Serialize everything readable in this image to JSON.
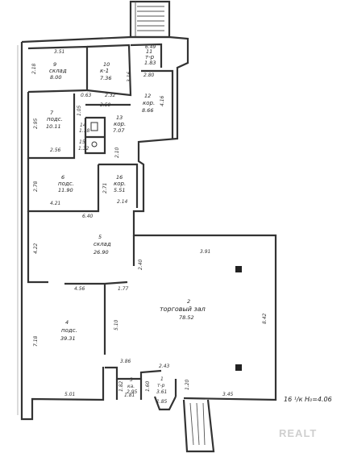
{
  "rooms": {
    "r9": {
      "num": "9",
      "name": "склад",
      "area": "8.00"
    },
    "r10": {
      "num": "10",
      "name": "к-1",
      "area": "7.36"
    },
    "r11": {
      "num": "11",
      "name": "т-р",
      "area": "1.83"
    },
    "r12": {
      "num": "12",
      "name": "кор.",
      "area": "8.66"
    },
    "r7": {
      "num": "7",
      "name": "подс.",
      "area": "10.11"
    },
    "r13": {
      "num": "13",
      "name": "кор.",
      "area": "7.07"
    },
    "r14": {
      "num": "14",
      "name": "",
      "area": "1.18"
    },
    "r15": {
      "num": "15",
      "name": "",
      "area": "1.32"
    },
    "r6": {
      "num": "6",
      "name": "подс.",
      "area": "11.90"
    },
    "r16": {
      "num": "16",
      "name": "кор.",
      "area": "5.51"
    },
    "r5": {
      "num": "5",
      "name": "склад",
      "area": "26.90"
    },
    "r2": {
      "num": "2",
      "name": "торговый зал",
      "area": "78.52"
    },
    "r4": {
      "num": "4",
      "name": "подс.",
      "area": "39.31"
    },
    "r3": {
      "num": "3",
      "name": "ка.",
      "area": "2.95"
    },
    "r1": {
      "num": "1",
      "name": "т-р",
      "area": "3.61"
    }
  },
  "dims": {
    "d351": "3.51",
    "d649": "6.49",
    "d218": "2.18",
    "d280": "2.80",
    "d316": "3.16",
    "d063": "0.63",
    "d232": "2.32",
    "d350": "3.50",
    "d416": "4.16",
    "d105": "1.05",
    "d295": "2.95",
    "d256": "2.56",
    "d210": "2.10",
    "d278": "2.78",
    "d271": "2.71",
    "d421": "4.21",
    "d214": "2.14",
    "d640": "6.40",
    "d422": "4.22",
    "d391": "3.91",
    "d240": "2.40",
    "d456": "4.56",
    "d177": "1.77",
    "d842": "8.42",
    "d510": "5.10",
    "d718": "7.18",
    "d386": "3.86",
    "d243": "2.43",
    "d182": "1.82",
    "d501": "5.01",
    "d181": "1.81",
    "d185": "1.85",
    "d160": "1.60",
    "d345": "3.45",
    "d120": "1.20"
  },
  "height_note": "16 ¹/к Н₀=4.06",
  "watermark": "REALT"
}
